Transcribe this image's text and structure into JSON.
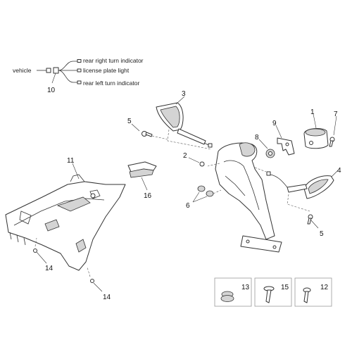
{
  "wiring": {
    "vehicle_label": "vehicle",
    "outputs": [
      "rear right turn indicator",
      "license plate light",
      "rear left turn indicator"
    ]
  },
  "callouts": {
    "p1": "1",
    "p2": "2",
    "p3": "3",
    "p4": "4",
    "p5a": "5",
    "p5b": "5",
    "p6": "6",
    "p7": "7",
    "p8": "8",
    "p9": "9",
    "p10": "10",
    "p11": "11",
    "p12": "12",
    "p13": "13",
    "p14a": "14",
    "p14b": "14",
    "p15": "15",
    "p16": "16"
  }
}
